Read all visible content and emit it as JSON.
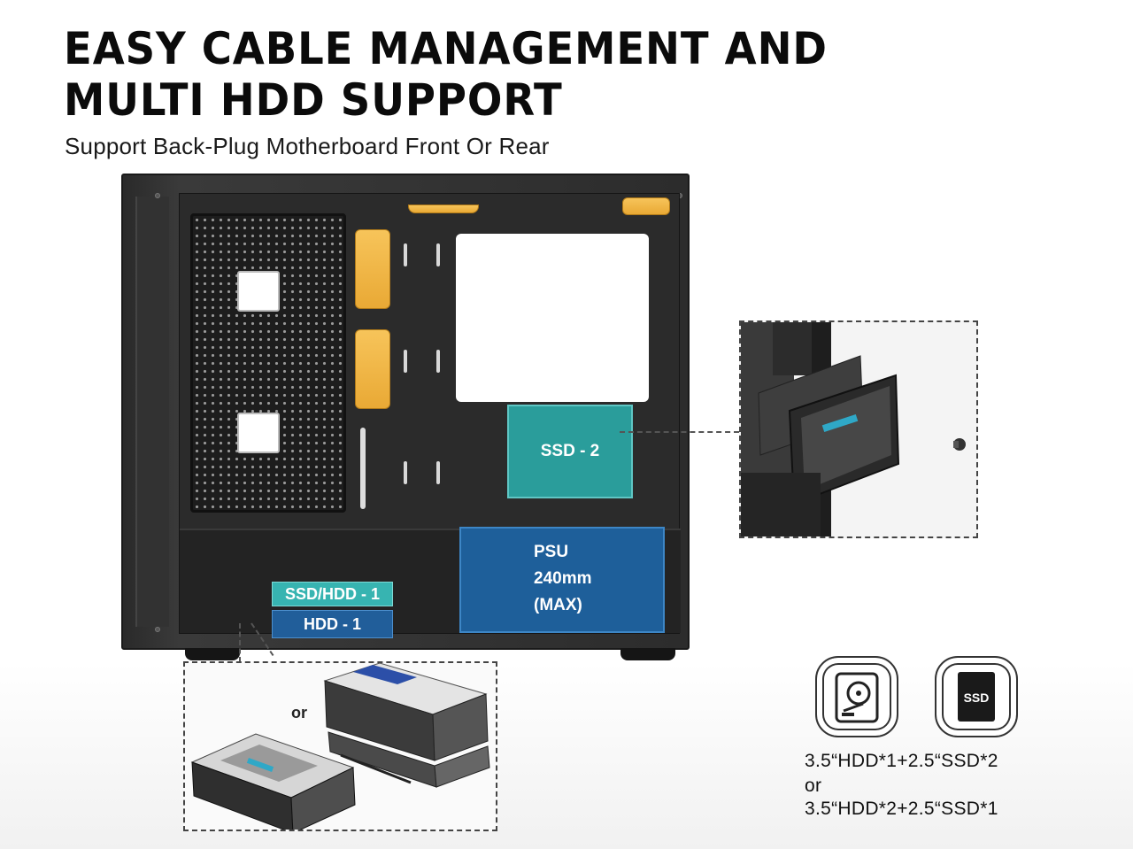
{
  "title_line1": "EASY CABLE MANAGEMENT AND",
  "title_line2": "MULTI HDD SUPPORT",
  "subtitle": "Support Back-Plug Motherboard Front Or Rear",
  "labels": {
    "ssd2": "SSD - 2",
    "psu_line1": "PSU",
    "psu_line2": "240mm",
    "psu_line3": "(MAX)",
    "ssd_hdd1": "SSD/HDD - 1",
    "hdd1": "HDD - 1",
    "or": "or"
  },
  "icons": {
    "hdd": "hdd-icon",
    "ssd": "ssd-icon",
    "ssd_text": "SSD"
  },
  "combos": {
    "line1": "3.5“HDD*1+2.5“SSD*2",
    "or": "or",
    "line2": "3.5“HDD*2+2.5“SSD*1"
  },
  "colors": {
    "accent_orange": "#f0b545",
    "ssd_teal": "#2a9d9b",
    "hdd_blue": "#215e9a",
    "psu_blue": "#1e5f9a",
    "case_dark": "#2b2b2b"
  }
}
